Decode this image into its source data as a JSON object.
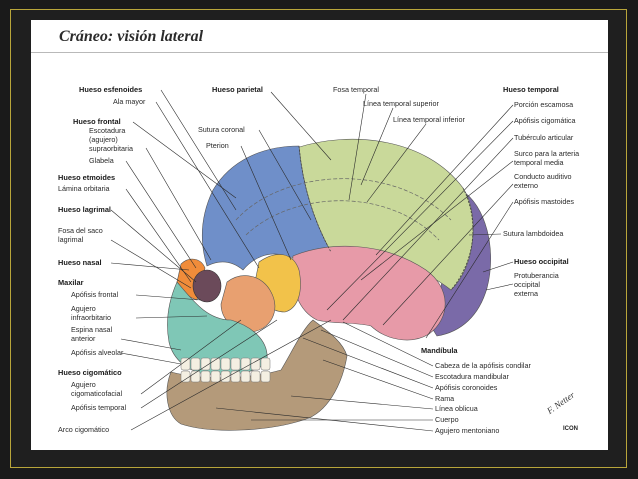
{
  "title": "Cráneo: visión lateral",
  "labels": {
    "hueso_esfenoides": "Hueso esfenoides",
    "ala_mayor": "Ala mayor",
    "hueso_frontal": "Hueso frontal",
    "escotadura_1": "Escotadura",
    "escotadura_2": "(agujero)",
    "escotadura_3": "supraorbitaria",
    "glabela": "Glabela",
    "hueso_etmoides": "Hueso etmoides",
    "lamina_orbitaria": "Lámina orbitaria",
    "hueso_lagrimal": "Hueso lagrimal",
    "fosa_saco_1": "Fosa del saco",
    "fosa_saco_2": "lagrimal",
    "hueso_nasal": "Hueso nasal",
    "maxilar": "Maxilar",
    "apofisis_frontal": "Apófisis frontal",
    "agujero_infra_1": "Agujero",
    "agujero_infra_2": "infraorbitario",
    "espina_nasal_1": "Espina nasal",
    "espina_nasal_2": "anterior",
    "apofisis_alveolar": "Apófisis alveolar",
    "hueso_cigomatico": "Hueso cigomático",
    "agujero_cig_1": "Agujero",
    "agujero_cig_2": "cigomaticofacial",
    "apofisis_temporal": "Apófisis temporal",
    "arco_cigomatico": "Arco cigomático",
    "hueso_parietal": "Hueso parietal",
    "sutura_coronal": "Sutura coronal",
    "pterion": "Pterion",
    "fosa_temporal": "Fosa temporal",
    "linea_temporal_superior": "Línea temporal superior",
    "linea_temporal_inferior": "Línea temporal inferior",
    "hueso_temporal": "Hueso temporal",
    "porcion_escamosa": "Porción escamosa",
    "apofisis_cigomatica": "Apófisis cigomática",
    "tuberculo_articular": "Tubérculo articular",
    "surco_1": "Surco para la arteria",
    "surco_2": "temporal media",
    "conducto_1": "Conducto auditivo",
    "conducto_2": "externo",
    "apofisis_mastoides": "Apófisis mastoides",
    "sutura_lambdoidea": "Sutura lambdoidea",
    "hueso_occipital": "Hueso occipital",
    "protuberancia_1": "Protuberancia",
    "protuberancia_2": "occipital",
    "protuberancia_3": "externa",
    "mandibula": "Mandíbula",
    "cabeza_condilar": "Cabeza de la apófisis condilar",
    "escotadura_mandibular": "Escotadura mandibular",
    "apofisis_coronoides": "Apófisis coronoides",
    "rama": "Rama",
    "linea_oblicua": "Línea oblicua",
    "cuerpo": "Cuerpo",
    "agujero_mentoniano": "Agujero mentoniano"
  },
  "signature": "F. Netter",
  "logo": "ICON",
  "colors": {
    "frontal": "#6f8fc9",
    "parietal": "#c9d99a",
    "temporal": "#e79aa8",
    "occipital": "#7a6aa8",
    "sphenoid": "#f2c24a",
    "zygomatic": "#e8a070",
    "maxilla": "#7fc7b6",
    "mandible": "#b49a7a",
    "nasal": "#f08c3a"
  }
}
